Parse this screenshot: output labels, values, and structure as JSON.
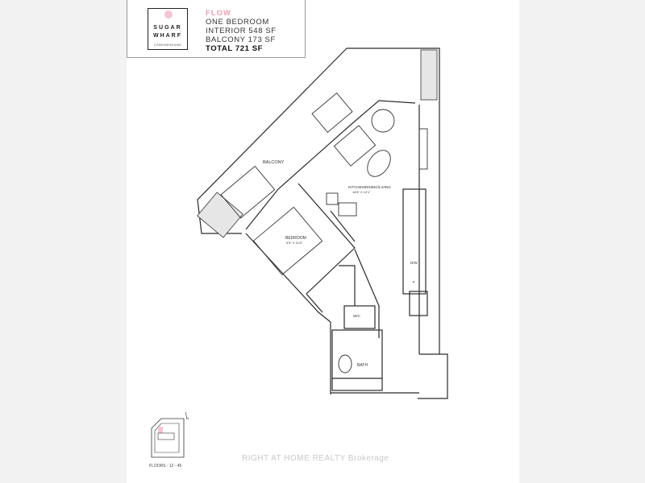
{
  "brand": {
    "line1": "SUGAR",
    "line2": "WHARF",
    "line3": "CONDOMINIUMS"
  },
  "unit": {
    "name": "FLOW",
    "type": "ONE BEDROOM",
    "interior": "INTERIOR 548 SF",
    "balcony": "BALCONY 173 SF",
    "total": "TOTAL 721 SF"
  },
  "rooms": {
    "balcony": "BALCONY",
    "kitchen": "KITCHEN/DINING/LIVING",
    "kitchen_dim": "14'8\" X 12'1\"",
    "bedroom": "BEDROOM",
    "bedroom_dim": "9'9\" X 11'6\"",
    "wic": "W/C",
    "bath": "BATH",
    "dw": "D/W",
    "f": "F"
  },
  "keyplan": {
    "floors": "FLOORS : 12 - 45",
    "north": "N"
  },
  "watermark": "RIGHT AT HOME REALTY Brokerage",
  "colors": {
    "accent_pink": "#e6a2b3",
    "line": "#2a2a2a"
  }
}
